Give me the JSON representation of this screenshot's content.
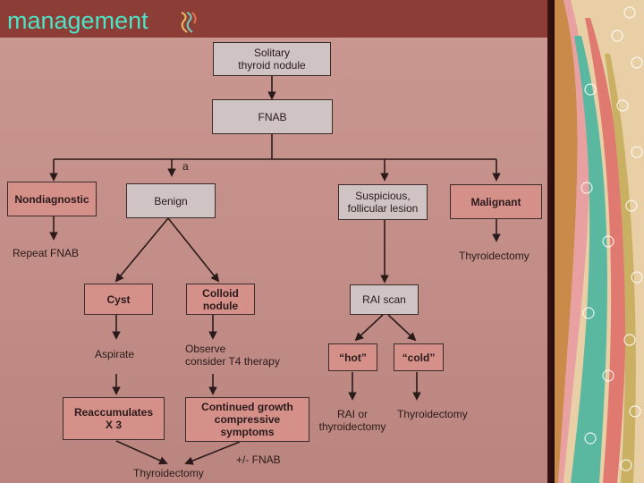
{
  "header": {
    "title": "management"
  },
  "flowchart": {
    "solitary": "Solitary\nthyroid nodule",
    "fnab": "FNAB",
    "note_a": "a",
    "nondiagnostic": "Nondiagnostic",
    "benign": "Benign",
    "suspicious": "Suspicious,\nfollicular lesion",
    "malignant": "Malignant",
    "repeat_fnab": "Repeat FNAB",
    "thyroidectomy_malignant": "Thyroidectomy",
    "cyst": "Cyst",
    "colloid": "Colloid\nnodule",
    "rai_scan": "RAI scan",
    "aspirate": "Aspirate",
    "observe": "Observe\nconsider T4 therapy",
    "hot": "“hot”",
    "cold": "“cold”",
    "reaccumulates": "Reaccumulates\nX 3",
    "continued_growth": "Continued growth\ncompressive\nsymptoms",
    "rai_or_thyroidectomy": "RAI or\nthyroidectomy",
    "thyroidectomy_cold": "Thyroidectomy",
    "plus_minus_fnab": "+/- FNAB",
    "thyroidectomy_final": "Thyroidectomy"
  },
  "colors": {
    "accent_title": "#4ee2c6",
    "box_pink": "#d5908a",
    "box_light": "#cfc3c4",
    "background": "#c99690"
  }
}
